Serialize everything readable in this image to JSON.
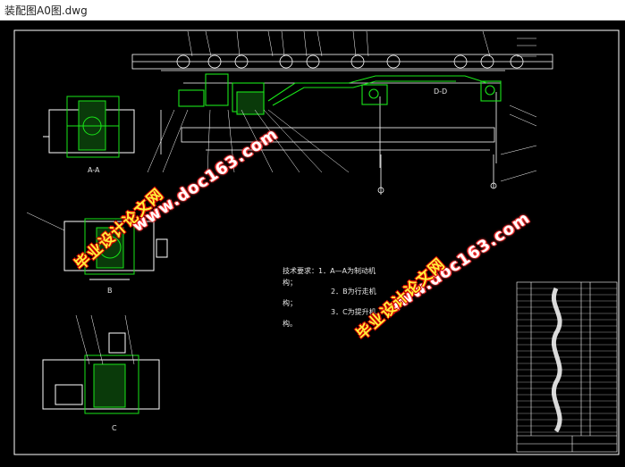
{
  "window": {
    "title": "装配图A0图.dwg"
  },
  "drawing": {
    "view_labels": {
      "aa": "A-A",
      "b": "B",
      "c": "C",
      "dd": "D-D"
    },
    "tech_requirements": {
      "line1": "技术要求：1．A—A为制动机",
      "line2": "构；",
      "line3": "2．B为行走机",
      "line4": "构；",
      "line5": "3．C为提升机",
      "line6": "构。"
    },
    "colors": {
      "background": "#000000",
      "frame": "#ffffff",
      "part_green": "#19e619",
      "wm_text_red": "#ff3b3b",
      "wm_cn_yellow": "#ffef3a"
    }
  },
  "watermarks": {
    "url1": "www.doc163.com",
    "cn1": "毕业设计论文网",
    "url2": "www.doc163.com",
    "cn2": "毕业设计论文网"
  }
}
